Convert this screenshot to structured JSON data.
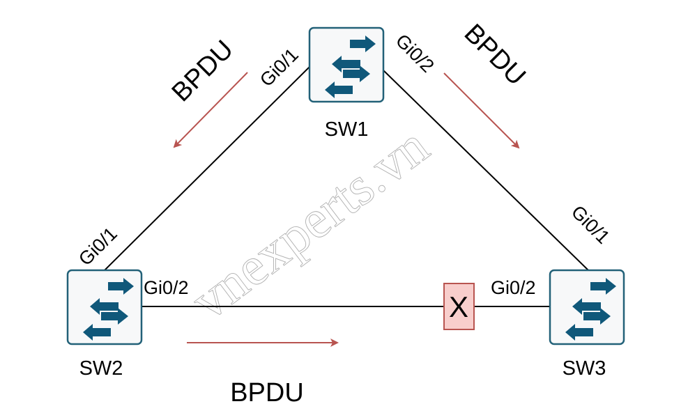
{
  "diagram": {
    "title": "STP BPDU flow with blocked port",
    "watermark": "vnexperts.vn",
    "colors": {
      "switch_fill": "#f7f8f9",
      "switch_border": "#226178",
      "switch_arrows": "#10587a",
      "link": "#000000",
      "bpdu_arrow": "#b85450",
      "blocked_fill": "#f8cecc",
      "blocked_border": "#b85450"
    },
    "switches": [
      {
        "id": "SW1",
        "label": "SW1"
      },
      {
        "id": "SW2",
        "label": "SW2"
      },
      {
        "id": "SW3",
        "label": "SW3"
      }
    ],
    "links": [
      {
        "from": "SW1",
        "from_port": "Gi0/1",
        "to": "SW2",
        "to_port": "Gi0/1"
      },
      {
        "from": "SW1",
        "from_port": "Gi0/2",
        "to": "SW3",
        "to_port": "Gi0/1"
      },
      {
        "from": "SW2",
        "from_port": "Gi0/2",
        "to": "SW3",
        "to_port": "Gi0/2",
        "blocked": true
      }
    ],
    "ports": {
      "sw1_gi01": "Gi0/1",
      "sw1_gi02": "Gi0/2",
      "sw2_gi01": "Gi0/1",
      "sw2_gi02": "Gi0/2",
      "sw3_gi01": "Gi0/1",
      "sw3_gi02": "Gi0/2"
    },
    "bpdu_labels": {
      "sw1_to_sw2": "BPDU",
      "sw1_to_sw3": "BPDU",
      "sw2_to_sw3": "BPDU"
    },
    "blocked_marker": "X"
  }
}
